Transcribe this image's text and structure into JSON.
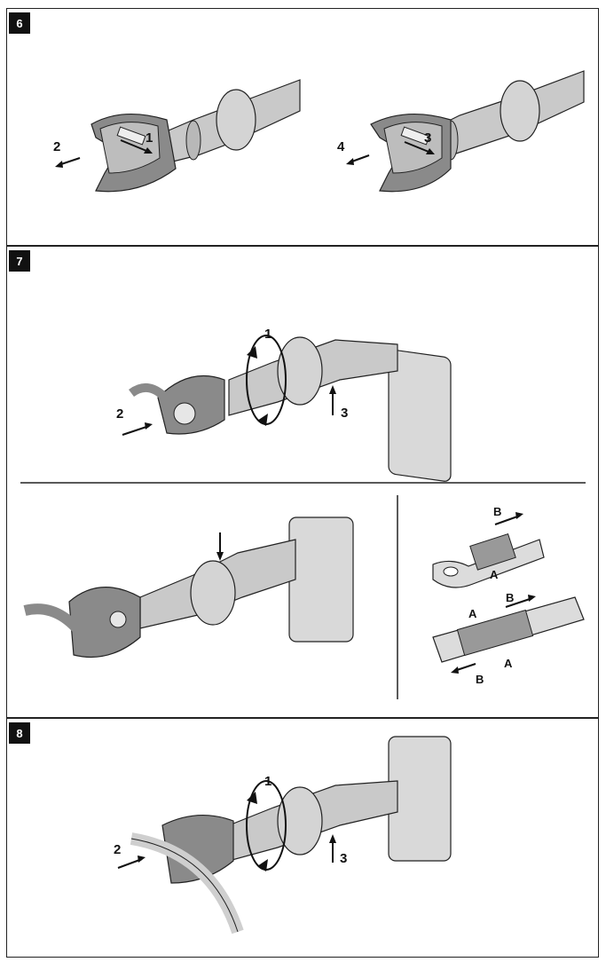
{
  "panels": [
    {
      "number": "6",
      "labels": [
        "1",
        "2",
        "3",
        "4"
      ]
    },
    {
      "number": "7",
      "labels": [
        "1",
        "2",
        "3"
      ],
      "detail_labels": [
        "B",
        "A",
        "A",
        "B",
        "A",
        "B"
      ]
    },
    {
      "number": "8",
      "labels": [
        "1",
        "2",
        "3"
      ]
    }
  ],
  "colors": {
    "tool_body": "#c9c9c9",
    "tool_dark": "#7a7a7a",
    "outline": "#222222",
    "border": "#222222"
  }
}
